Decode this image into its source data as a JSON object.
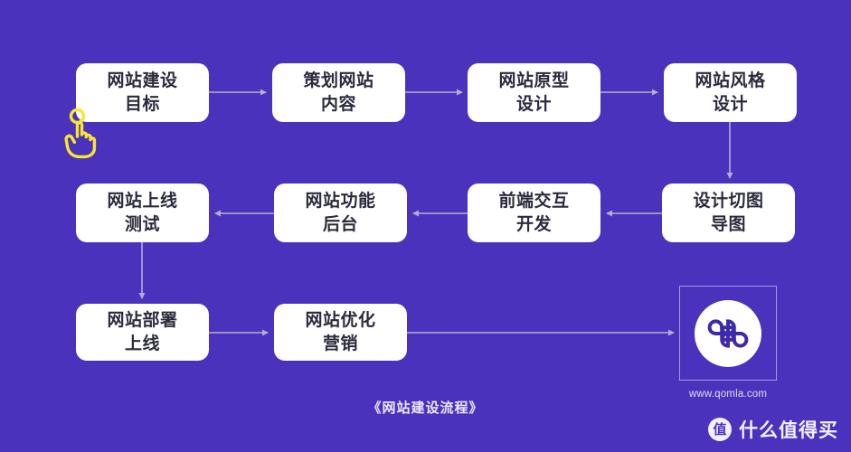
{
  "diagram": {
    "title": "《网站建设流程》",
    "background_color": "#4a32bc",
    "node_fill_color": "#ffffff",
    "node_text_color": "#2b2b3d",
    "connector_color": "#b7accf",
    "cursor_color": "#f7e731",
    "nodes": [
      {
        "id": "n1",
        "label": "网站建设\n目标"
      },
      {
        "id": "n2",
        "label": "策划网站\n内容"
      },
      {
        "id": "n3",
        "label": "网站原型\n设计"
      },
      {
        "id": "n4",
        "label": "网站风格\n设计"
      },
      {
        "id": "n5",
        "label": "网站上线\n测试"
      },
      {
        "id": "n6",
        "label": "网站功能\n后台"
      },
      {
        "id": "n7",
        "label": "前端交互\n开发"
      },
      {
        "id": "n8",
        "label": "设计切图\n导图"
      },
      {
        "id": "n9",
        "label": "网站部署\n上线"
      },
      {
        "id": "n10",
        "label": "网站优化\n营销"
      }
    ],
    "logo": {
      "name": "qomla-logo",
      "url_label": "www.qomla.com"
    },
    "watermark": {
      "badge_label": "值",
      "text": "什么值得买"
    }
  }
}
